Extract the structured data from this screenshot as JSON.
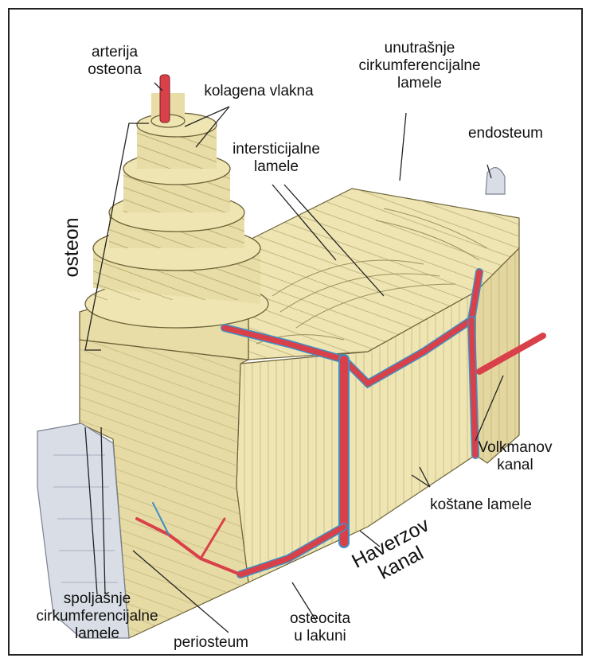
{
  "colors": {
    "bone": "#eee5b3",
    "bone_dark": "#d8cb8e",
    "bone_line": "#9c8e58",
    "artery": "#d9414a",
    "vein": "#3f8fc4",
    "periosteum": "#d8dde6",
    "label": "#111111"
  },
  "labels": {
    "arterija_osteona": [
      "arterija",
      "osteona"
    ],
    "kolagena_vlakna": "kolagena vlakna",
    "unutrasnje": [
      "unutrašnje",
      "cirkumferencijalne",
      "lamele"
    ],
    "endosteum": "endosteum",
    "intersticijalne": [
      "intersticijalne",
      "lamele"
    ],
    "osteon": "osteon",
    "volkmanov": [
      "Volkmanov",
      "kanal"
    ],
    "kostane_lamele": "koštane lamele",
    "haverzov": [
      "Haverzov",
      "kanal"
    ],
    "spoljasnje": [
      "spoljašnje",
      "cirkumferencijalne",
      "lamele"
    ],
    "periosteum": "periosteum",
    "osteocita": [
      "osteocita",
      "u lakuni"
    ]
  }
}
